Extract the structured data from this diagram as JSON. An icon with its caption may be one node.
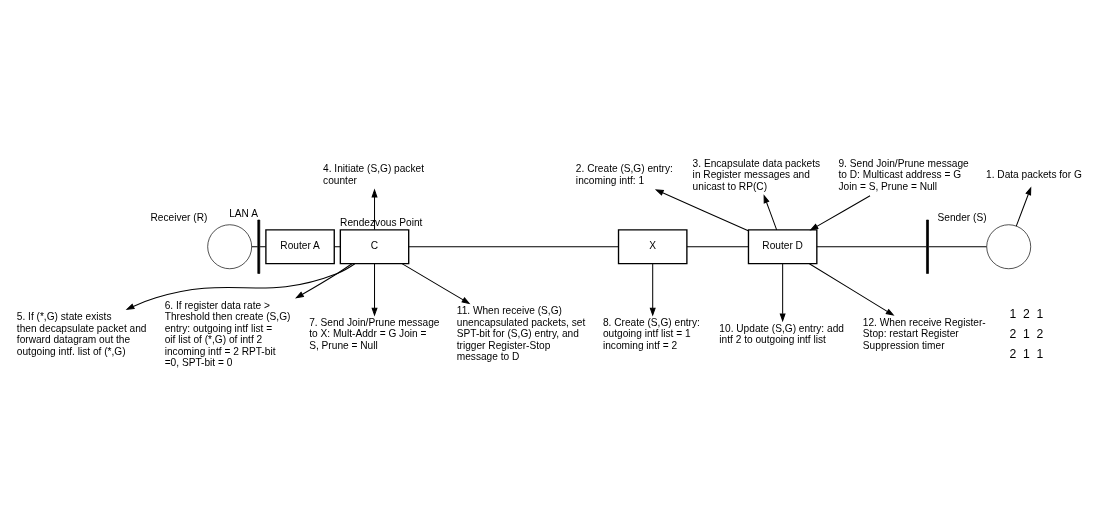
{
  "diagram": {
    "nodes": [
      {
        "text": [],
        "shape": "circle",
        "beside": [
          "Receiver (R)"
        ]
      },
      {
        "text": [],
        "shape": "bar",
        "beside": [
          "LAN A"
        ]
      },
      {
        "text": [
          "Router A"
        ]
      },
      {
        "text": [
          "1. Data packets for G"
        ]
      },
      {
        "text": [
          "2. Create (S,G) entry: incoming intf: 1"
        ]
      },
      {
        "text": [
          "3. Encapsulate data packets in Register messages and unicast to RP(C)"
        ]
      },
      {
        "text": [
          "Router D"
        ]
      },
      {
        "text": [],
        "shape": "bar"
      },
      {
        "text": [],
        "shape": "circle",
        "beside": [
          "Sender (S)"
        ]
      },
      {
        "text": [
          "4. Initiate (S,G) packet counter"
        ]
      },
      {
        "text": [
          "5. If (*,G) state exists then decapsulate packet and forward datagram out the outgoing intf. list of (*,G)"
        ]
      },
      {
        "text": [
          "C"
        ],
        "beside": [
          "Rendezvous Point"
        ]
      },
      {
        "text": [
          "X"
        ]
      },
      {
        "text": [
          "10. Update (S,G) entry: add intf 2 to outgoing intf list"
        ]
      },
      {
        "text": [
          "6. If register data rate > Threshold then create (S,G) entry: outgoing intf list = oif list of (*,G) of intf 2 incoming intf = 2 RPT-bit =0, SPT-bit = 0"
        ]
      },
      {
        "text": [
          "9. Send Join/Prune message to D: Multicast address = G Join = S, Prune = Null"
        ]
      },
      {
        "text": [
          "12. When receive Register-Stop: restart Register Suppression timer"
        ]
      },
      {
        "text": [
          "7. Send Join/Prune message to X: Mult-Addr = G Join = S, Prune = Null"
        ]
      },
      {
        "text": [
          "8. Create (S,G) entry: outgoing intf list = 1 incoming intf = 2"
        ]
      },
      {
        "text": [
          "11. When receive (S,G) unencapsulated packets, set SPT-bit for (S,G) entry, and trigger Register-Stop message to D"
        ]
      }
    ],
    "edges": [
      {
        "from": 0,
        "to": 1,
        "arrow": "none"
      },
      {
        "from": 1,
        "to": 2,
        "arrow": "none"
      },
      {
        "from": 2,
        "to": 11,
        "arrow": "none"
      },
      {
        "from": 11,
        "to": 12,
        "arrow": "none"
      },
      {
        "from": 12,
        "to": 6,
        "arrow": "none"
      },
      {
        "from": 6,
        "to": 7,
        "arrow": "none"
      },
      {
        "from": 7,
        "to": 8,
        "arrow": "none"
      },
      {
        "from": 8,
        "to": 3,
        "arrow": "to"
      },
      {
        "from": 6,
        "to": 4,
        "arrow": "to"
      },
      {
        "from": 6,
        "to": 5,
        "arrow": "to"
      },
      {
        "from": 11,
        "to": 9,
        "arrow": "to"
      },
      {
        "from": 11,
        "to": 10,
        "arrow": "to"
      },
      {
        "from": 11,
        "to": 14,
        "arrow": "to"
      },
      {
        "from": 11,
        "to": 19,
        "arrow": "to"
      },
      {
        "from": 11,
        "to": 17,
        "arrow": "to"
      },
      {
        "from": 12,
        "to": 18,
        "arrow": "to"
      },
      {
        "from": 15,
        "to": 6,
        "arrow": "to"
      },
      {
        "from": 6,
        "to": 13,
        "arrow": "to"
      },
      {
        "from": 6,
        "to": 16,
        "arrow": "to"
      }
    ],
    "labels": [
      "1",
      "2",
      "1",
      "2",
      "1",
      "2",
      "2",
      "1",
      "1"
    ]
  }
}
